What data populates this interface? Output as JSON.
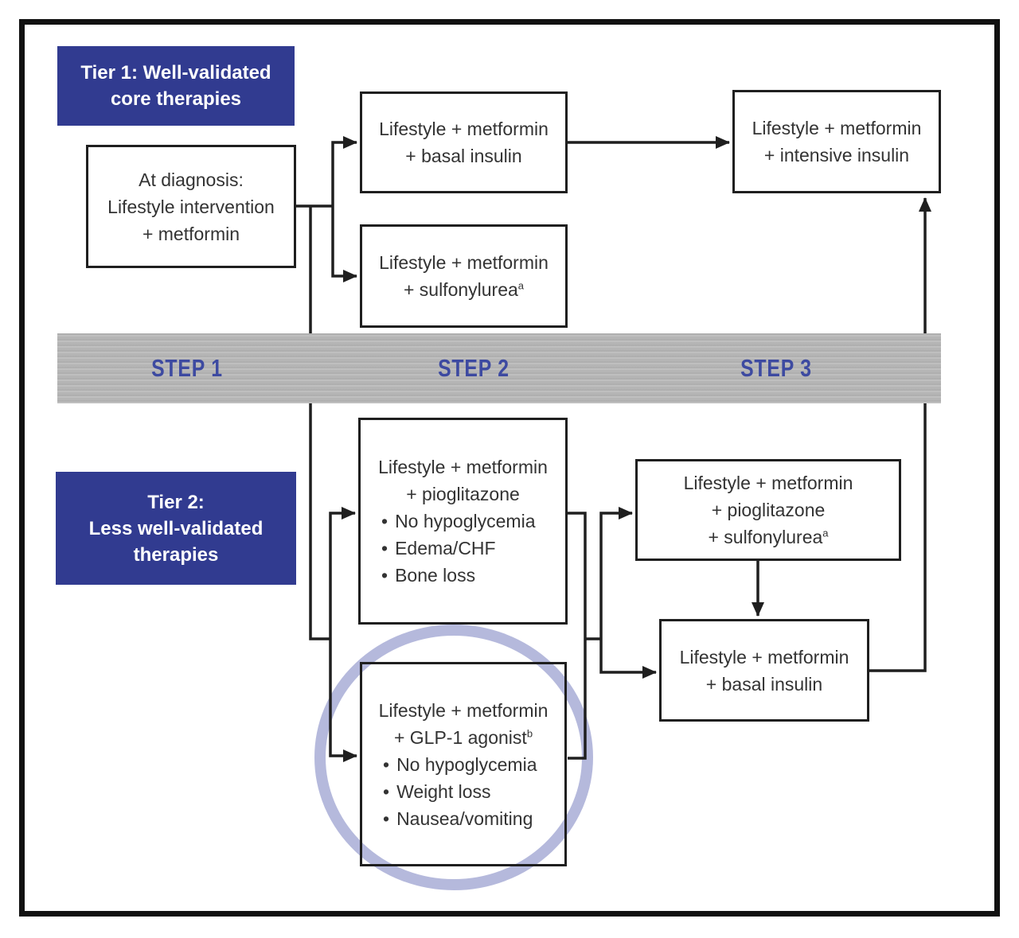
{
  "steps": [
    "STEP 1",
    "STEP 2",
    "STEP 3"
  ],
  "tiers": {
    "tier1": {
      "lines": [
        "Tier 1: Well-validated",
        "core therapies"
      ]
    },
    "tier2": {
      "lines": [
        "Tier 2:",
        "Less well-validated",
        "therapies"
      ]
    }
  },
  "boxes": {
    "diagnosis": {
      "lines": [
        "At diagnosis:",
        "Lifestyle intervention",
        "+ metformin"
      ]
    },
    "basal_top": {
      "lines": [
        "Lifestyle + metformin",
        "+ basal insulin"
      ]
    },
    "sulfonylurea": {
      "lines": [
        "Lifestyle + metformin",
        "+ sulfonylurea"
      ],
      "sup": "a"
    },
    "intensive": {
      "lines": [
        "Lifestyle + metformin",
        "+ intensive insulin"
      ]
    },
    "pioglitazone": {
      "lines": [
        "Lifestyle + metformin",
        "+ pioglitazone"
      ],
      "bullets": [
        "No hypoglycemia",
        "Edema/CHF",
        "Bone loss"
      ]
    },
    "glp1": {
      "lines": [
        "Lifestyle + metformin",
        "+ GLP-1 agonist"
      ],
      "sup": "b",
      "bullets": [
        "No hypoglycemia",
        "Weight loss",
        "Nausea/vomiting"
      ]
    },
    "pio_sulf": {
      "lines": [
        "Lifestyle + metformin",
        "+ pioglitazone",
        "+ sulfonylurea"
      ],
      "sup": "a"
    },
    "basal_bottom": {
      "lines": [
        "Lifestyle + metformin",
        "+ basal insulin"
      ]
    }
  },
  "bullet_glyph": "•",
  "colors": {
    "tier_blue": "#313b90",
    "step_label_blue": "#3d4aa1",
    "band_gray": "#b5b5b5",
    "highlight_circle": "#b5b9dc",
    "line_black": "#1f1f1f",
    "text": "#333333"
  }
}
